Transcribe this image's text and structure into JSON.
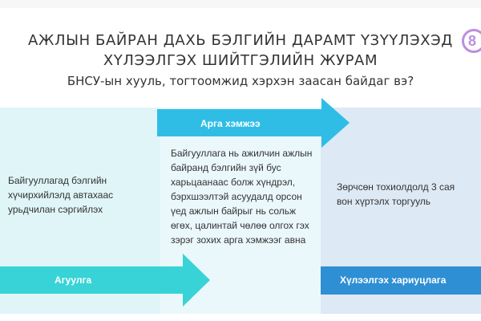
{
  "title_line1": "АЖЛЫН БАЙРАН ДАХЬ БЭЛГИЙН ДАРАМТ ҮЗҮҮЛЭХЭД",
  "title_line2": "ХҮЛЭЭЛГЭХ ШИЙТГЭЛИЙН ЖУРАМ",
  "subtitle": "БНСУ-ын хууль, тогтоомжид хэрхэн заасан байдаг вэ?",
  "page_number": "8",
  "columns": [
    {
      "label": "Агуулга",
      "text": "Байгууллагад бэлгийн хүчирхийлэлд автахаас урьдчилан сэргийлэх",
      "arrow_color": "#38d3d6"
    },
    {
      "label": "Арга хэмжээ",
      "text": "Байгууллага нь ажилчин ажлын байранд бэлгийн зүй бус харьцаанаас болж хүндрэл, бэрхшээлтэй асуудалд орсон үед ажлын байрыг нь сольж өгөх, цалинтай чөлөө олгох гэх зэрэг зохих арга хэмжээг авна",
      "arrow_color": "#2fbde6"
    },
    {
      "label": "Хүлээлгэх хариуцлага",
      "text": "Зөрчсөн тохиолдолд 3 сая вон хүртэлх торгууль",
      "arrow_color": "#2f8fd4"
    }
  ]
}
